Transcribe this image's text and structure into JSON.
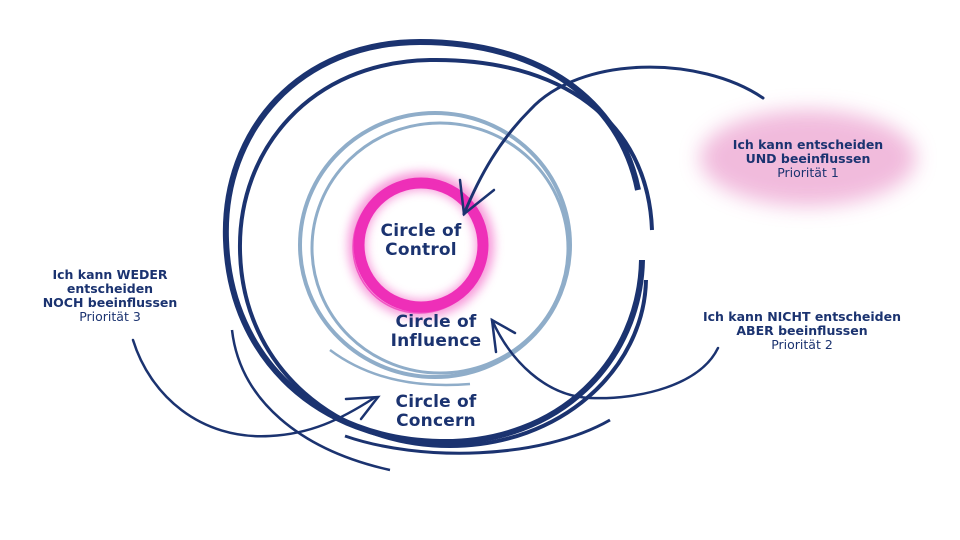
{
  "colors": {
    "navy": "#1b3370",
    "light_blue": "#8fadc9",
    "magenta": "#ee2fb8",
    "pink_halo": "#f1b6d9"
  },
  "circles": {
    "control": {
      "line1": "Circle of",
      "line2": "Control"
    },
    "influence": {
      "line1": "Circle of",
      "line2": "Influence"
    },
    "concern": {
      "line1": "Circle of",
      "line2": "Concern"
    }
  },
  "labels": {
    "priority1": {
      "line1": "Ich kann entscheiden",
      "line2": "UND beeinflussen",
      "priority": "Priorität 1"
    },
    "priority2": {
      "line1": "Ich kann NICHT entscheiden",
      "line2": "ABER beeinflussen",
      "priority": "Priorität 2"
    },
    "priority3": {
      "line1": "Ich kann WEDER",
      "line2": "entscheiden",
      "line3": "NOCH beeinflussen",
      "priority": "Priorität 3"
    }
  }
}
